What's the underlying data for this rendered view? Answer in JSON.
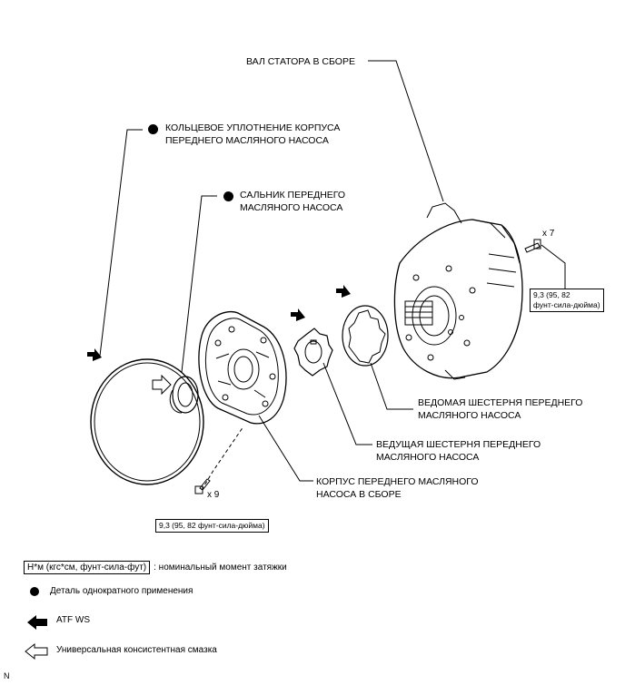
{
  "parts": {
    "stator": "ВАЛ СТАТОРА В СБОРЕ",
    "oring_l1": "КОЛЬЦЕВОЕ УПЛОТНЕНИЕ КОРПУСА",
    "oring_l2": "ПЕРЕДНЕГО МАСЛЯНОГО НАСОСА",
    "seal_l1": "САЛЬНИК ПЕРЕДНЕГО",
    "seal_l2": "МАСЛЯНОГО НАСОСА",
    "driven_l1": "ВЕДОМАЯ ШЕСТЕРНЯ ПЕРЕДНЕГО",
    "driven_l2": "МАСЛЯНОГО НАСОСА",
    "drive_l1": "ВЕДУЩАЯ ШЕСТЕРНЯ ПЕРЕДНЕГО",
    "drive_l2": "МАСЛЯНОГО НАСОСА",
    "body_l1": "КОРПУС ПЕРЕДНЕГО МАСЛЯНОГО",
    "body_l2": "НАСОСА В СБОРЕ"
  },
  "torque": {
    "right_l1": "9,3 (95, 82",
    "right_l2": "фунт-сила-дюйма)",
    "left": "9,3 (95, 82 фунт-сила-дюйма)"
  },
  "quantities": {
    "right": "x 7",
    "left": "x 9"
  },
  "legend": {
    "torque_units": "Н*м (кгс*см, фунт-сила-фут)",
    "torque_desc": ": номинальный момент затяжки",
    "non_reusable": "Деталь однократного применения",
    "atf": "ATF WS",
    "grease": "Универсальная консистентная смазка"
  },
  "corner_mark": "N"
}
